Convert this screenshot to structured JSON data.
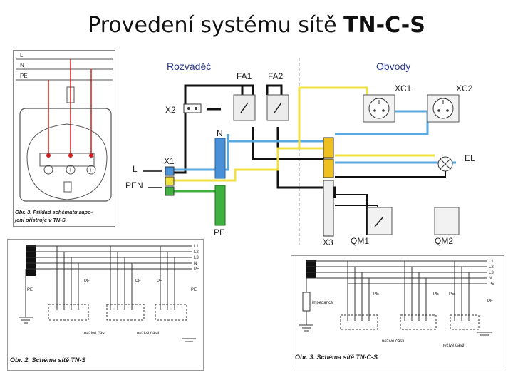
{
  "title": {
    "main": "Provedení systému sítě ",
    "bold": "TN-C-S"
  },
  "socket_panel": {
    "lines": [
      "L",
      "N",
      "PE"
    ],
    "caption": "Obr. 3. Příklad schématu zapojení přístroje v TN-S",
    "caption_lines": [
      "Obr. 3. Příklad schématu zapo-",
      "jení přístroje v TN-S"
    ]
  },
  "distribution_panel": {
    "left_header": "Rozváděč",
    "right_header": "Obvody",
    "fa1": "FA1",
    "fa2": "FA2",
    "x2": "X2",
    "x1": "X1",
    "n": "N",
    "l": "L",
    "pen": "PEN",
    "pe": "PE",
    "x3": "X3",
    "xc1": "XC1",
    "xc2": "XC2",
    "el": "EL",
    "qm1": "QM1",
    "qm2": "QM2",
    "colors": {
      "blue": "#5aaae0",
      "yellow": "#f0e040",
      "green": "#40b040",
      "black": "#111111"
    }
  },
  "tns_panel": {
    "lines": [
      "L1",
      "L2",
      "L3",
      "N",
      "PE"
    ],
    "pe_labels": [
      "PE",
      "PE",
      "PE",
      "PE",
      "PE"
    ],
    "part_labels": [
      "neživé část",
      "neživé části"
    ],
    "caption": "Obr. 2. Schéma sítě TN-S"
  },
  "tncs_panel": {
    "lines": [
      "L1",
      "L2",
      "L3",
      "N",
      "PE"
    ],
    "impedance": "impedance",
    "pe_labels": [
      "PE",
      "PE",
      "PE",
      "PE"
    ],
    "part_labels": [
      "neživé části",
      "neživé části"
    ],
    "caption": "Obr. 3. Schéma sítě TN-C-S"
  }
}
